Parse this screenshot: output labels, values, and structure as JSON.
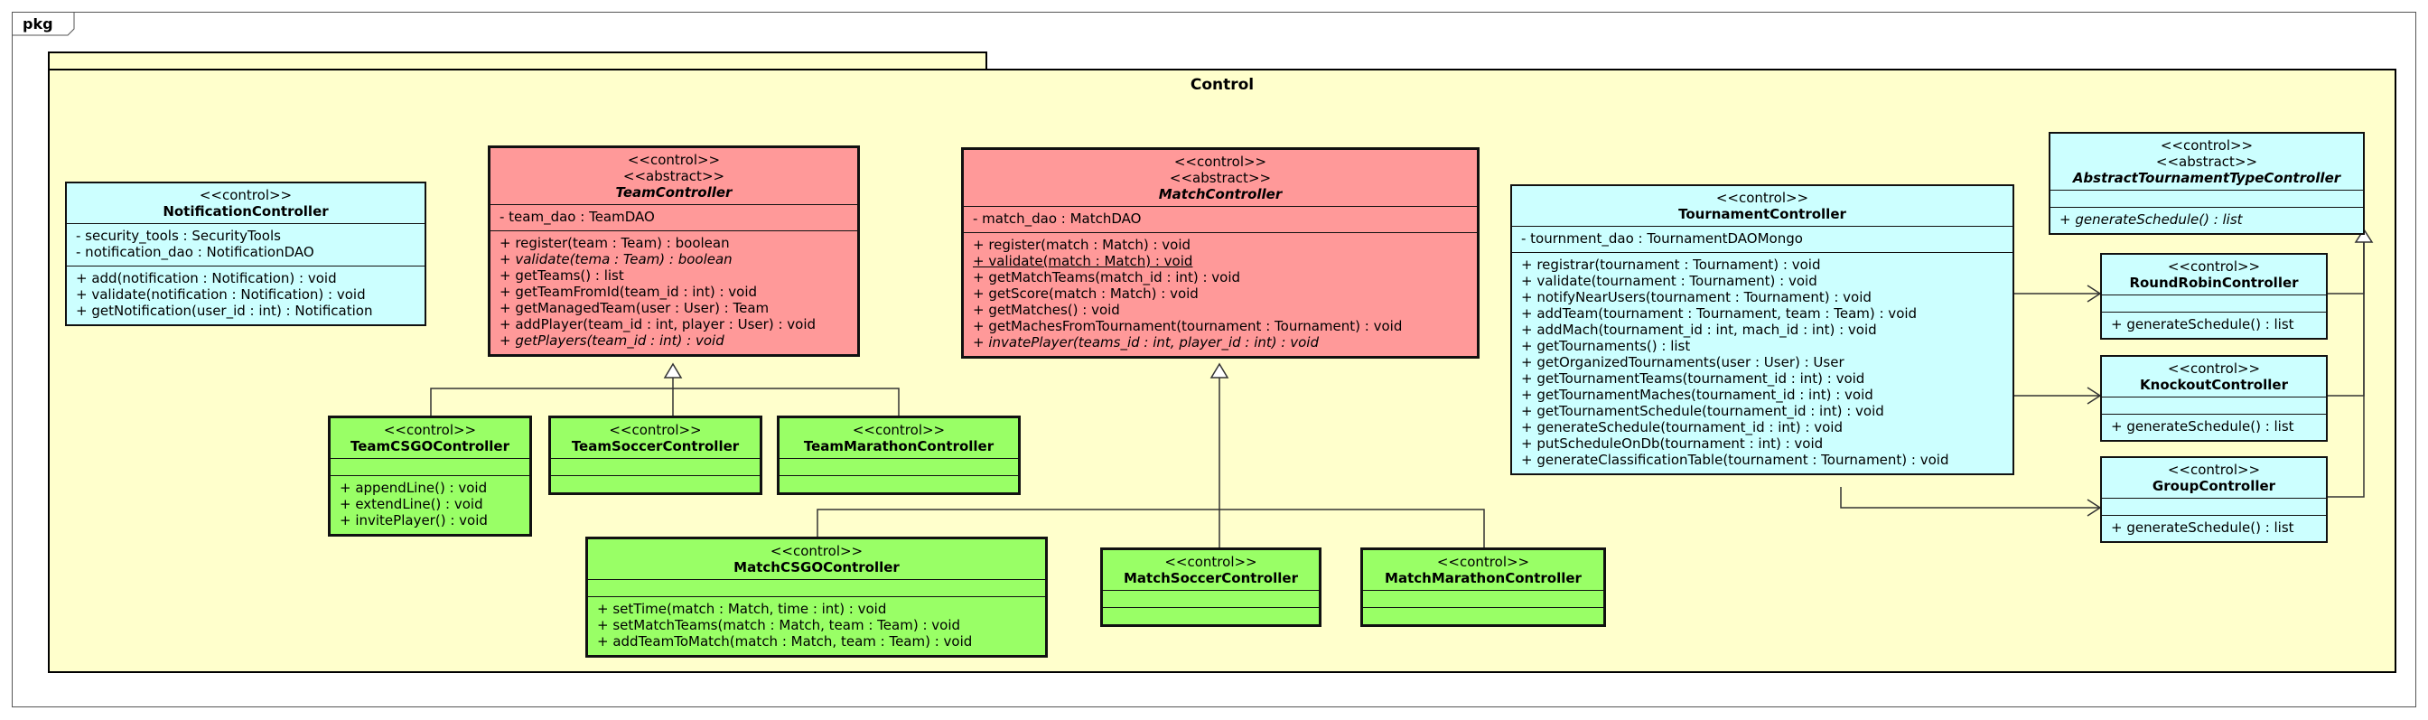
{
  "package": {
    "frame_label": "pkg",
    "name": "Control"
  },
  "classes": {
    "notification": {
      "stereotypes": [
        "<<control>>"
      ],
      "name": "NotificationController",
      "attributes": [
        "- security_tools : SecurityTools",
        "- notification_dao : NotificationDAO"
      ],
      "methods": [
        "+ add(notification : Notification) : void",
        "+ validate(notification : Notification) : void",
        "+ getNotification(user_id : int) : Notification"
      ]
    },
    "team": {
      "stereotypes": [
        "<<control>>",
        "<<abstract>>"
      ],
      "name": "TeamController",
      "attributes": [
        "- team_dao : TeamDAO"
      ],
      "methods": [
        "+ register(team : Team) : boolean",
        "+ validate(tema : Team) : boolean",
        "+ getTeams() : list",
        "+ getTeamFromId(team_id : int) : void",
        "+ getManagedTeam(user : User) : Team",
        "+ addPlayer(team_id : int, player : User) : void",
        "+ getPlayers(team_id : int) : void"
      ]
    },
    "match": {
      "stereotypes": [
        "<<control>>",
        "<<abstract>>"
      ],
      "name": "MatchController",
      "attributes": [
        "- match_dao : MatchDAO"
      ],
      "methods": [
        "+ register(match : Match) : void",
        "+ validate(match : Match) : void",
        "+ getMatchTeams(match_id : int) : void",
        "+ getScore(match : Match) : void",
        "+ getMatches() : void",
        "+ getMachesFromTournament(tournament : Tournament) : void",
        "+ invatePlayer(teams_id : int, player_id : int) : void"
      ]
    },
    "tournament": {
      "stereotypes": [
        "<<control>>"
      ],
      "name": "TournamentController",
      "attributes": [
        "- tournment_dao : TournamentDAOMongo"
      ],
      "methods": [
        "+ registrar(tournament : Tournament) : void",
        "+ validate(tournament : Tournament) : void",
        "+ notifyNearUsers(tournament : Tournament) : void",
        "+ addTeam(tournament : Tournament, team : Team) : void",
        "+ addMach(tournament_id : int, mach_id : int) : void",
        "+ getTournaments() : list",
        "+ getOrganizedTournaments(user : User) : User",
        "+ getTournamentTeams(tournament_id : int) : void",
        "+ getTournamentMaches(tournament_id : int) : void",
        "+ getTournamentSchedule(tournament_id : int) : void",
        "+ generateSchedule(tournament_id : int) : void",
        "+ putScheduleOnDb(tournament : int) : void",
        "+ generateClassificationTable(tournament : Tournament) : void"
      ]
    },
    "abstractType": {
      "stereotypes": [
        "<<control>>",
        "<<abstract>>"
      ],
      "name": "AbstractTournamentTypeController",
      "attributes": [],
      "methods": [
        "+ generateSchedule() : list"
      ]
    },
    "roundRobin": {
      "stereotypes": [
        "<<control>>"
      ],
      "name": "RoundRobinController",
      "attributes": [],
      "methods": [
        "+ generateSchedule() : list"
      ]
    },
    "knockout": {
      "stereotypes": [
        "<<control>>"
      ],
      "name": "KnockoutController",
      "attributes": [],
      "methods": [
        "+ generateSchedule() : list"
      ]
    },
    "group": {
      "stereotypes": [
        "<<control>>"
      ],
      "name": "GroupController",
      "attributes": [],
      "methods": [
        "+ generateSchedule() : list"
      ]
    },
    "teamCsgo": {
      "stereotypes": [
        "<<control>>"
      ],
      "name": "TeamCSGOController",
      "attributes": [],
      "methods": [
        "+ appendLine() : void",
        "+ extendLine() : void",
        "+ invitePlayer() : void"
      ]
    },
    "teamSoccer": {
      "stereotypes": [
        "<<control>>"
      ],
      "name": "TeamSoccerController",
      "attributes": [],
      "methods": []
    },
    "teamMarathon": {
      "stereotypes": [
        "<<control>>"
      ],
      "name": "TeamMarathonController",
      "attributes": [],
      "methods": []
    },
    "matchCsgo": {
      "stereotypes": [
        "<<control>>"
      ],
      "name": "MatchCSGOController",
      "attributes": [],
      "methods": [
        "+ setTime(match : Match, time : int) : void",
        "+ setMatchTeams(match : Match, team : Team) : void",
        "+ addTeamToMatch(match : Match, team : Team) : void"
      ]
    },
    "matchSoccer": {
      "stereotypes": [
        "<<control>>"
      ],
      "name": "MatchSoccerController",
      "attributes": [],
      "methods": []
    },
    "matchMarathon": {
      "stereotypes": [
        "<<control>>"
      ],
      "name": "MatchMarathonController",
      "attributes": [],
      "methods": []
    }
  },
  "relations": {
    "generalizations": [
      {
        "child": "teamCsgo",
        "parent": "team"
      },
      {
        "child": "teamSoccer",
        "parent": "team"
      },
      {
        "child": "teamMarathon",
        "parent": "team"
      },
      {
        "child": "matchCsgo",
        "parent": "match"
      },
      {
        "child": "matchSoccer",
        "parent": "match"
      },
      {
        "child": "matchMarathon",
        "parent": "match"
      },
      {
        "child": "roundRobin",
        "parent": "abstractType"
      },
      {
        "child": "knockout",
        "parent": "abstractType"
      },
      {
        "child": "group",
        "parent": "abstractType"
      }
    ],
    "associations": [
      {
        "from": "tournament",
        "to": "roundRobin",
        "arrow": "open"
      },
      {
        "from": "tournament",
        "to": "knockout",
        "arrow": "open"
      },
      {
        "from": "tournament",
        "to": "group",
        "arrow": "open"
      }
    ]
  },
  "colors": {
    "package_fill": "#ffffcc",
    "control_fill": "#ccffff",
    "abstract_fill": "#ff9999",
    "concrete_fill": "#99ff66"
  }
}
